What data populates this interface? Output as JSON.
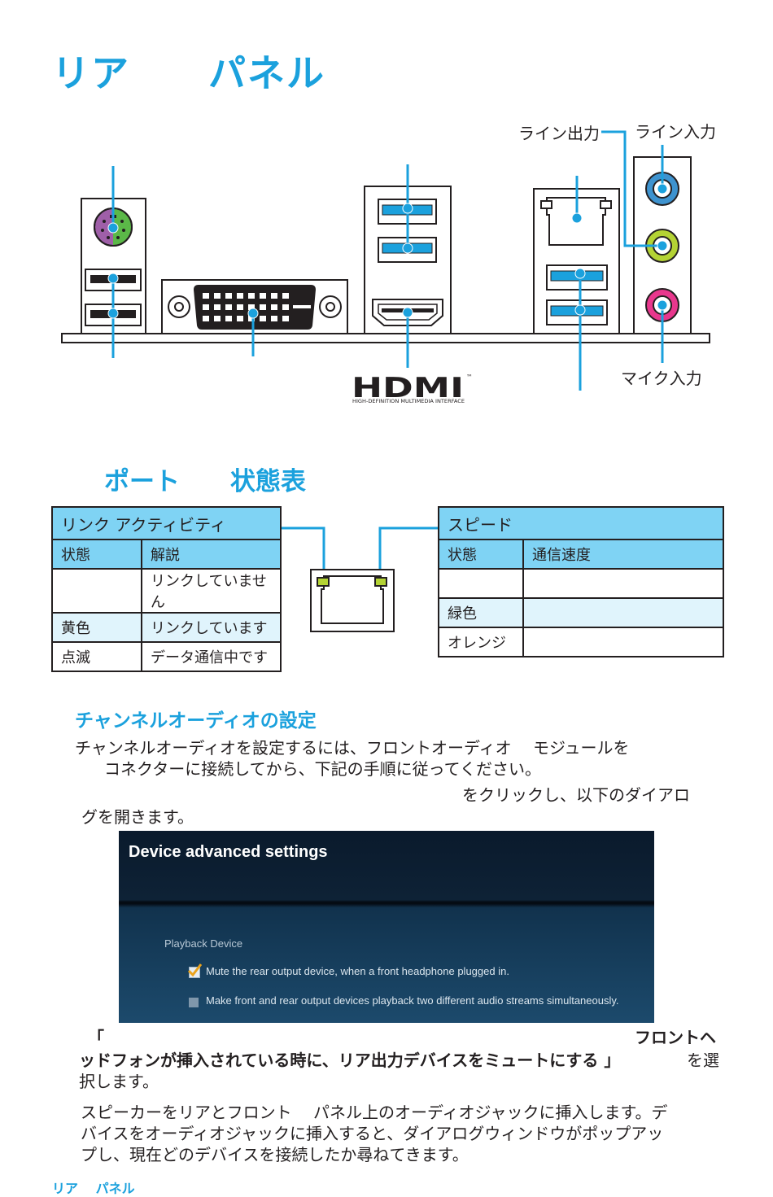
{
  "page": {
    "title": "リア　　パネル",
    "footer": "リア　 パネル"
  },
  "rear_panel": {
    "labels": {
      "line_out": "ライン出力",
      "line_in": "ライン入力",
      "mic_in": "マイク入力"
    },
    "hdmi_logo": {
      "text": "HDMI",
      "tm": "™",
      "tagline": "HIGH-DEFINITION MULTIMEDIA INTERFACE"
    },
    "colors": {
      "accent": "#1ba1dd",
      "ps2": "#9f5fa8",
      "ps2_green": "#5bb848",
      "line_in": "#3e93cf",
      "line_out": "#b4d334",
      "mic_in": "#e8378d"
    }
  },
  "status_table": {
    "heading": "ポート　　状態表",
    "link": {
      "title": "リンク アクティビティ",
      "headers": [
        "状態",
        "解説"
      ],
      "rows": [
        [
          "",
          "リンクしていません"
        ],
        [
          "黄色",
          "リンクしています"
        ],
        [
          "点滅",
          "データ通信中です"
        ]
      ]
    },
    "speed": {
      "title": "スピード",
      "headers": [
        "状態",
        "通信速度"
      ],
      "rows": [
        [
          "",
          ""
        ],
        [
          "緑色",
          ""
        ],
        [
          "オレンジ",
          ""
        ]
      ]
    }
  },
  "audio_section": {
    "heading": "チャンネルオーディオの設定",
    "intro_line1": "チャンネルオーディオを設定するには、フロントオーディオ　 モジュールを",
    "intro_line2": "コネクターに接続してから、下記の手順に従ってください。",
    "step1_line1": "をクリックし、以下のダイアロ",
    "step1_line2": "グを開きます。",
    "dialog": {
      "title": "Device advanced settings",
      "section": "Playback Device",
      "option1": "Mute the rear output device, when a front headphone plugged in.",
      "option2": "Make front and rear output devices playback two different audio streams simultaneously.",
      "option1_checked": true,
      "option2_checked": false
    },
    "step2_quote_open": "「",
    "step2_bold_end": "フロントヘ",
    "step2_line2_bold": "ッドフォンが挿入されている時に、リア出力デバイスをミュートにする 」",
    "step2_line2_tail": "を選",
    "step2_line3": "択します。",
    "step3_line1": "スピーカーをリアとフロント　 パネル上のオーディオジャックに挿入します。デ",
    "step3_line2": "バイスをオーディオジャックに挿入すると、ダイアログウィンドウがポップアッ",
    "step3_line3": "プし、現在どのデバイスを接続したか尋ねてきます。"
  }
}
